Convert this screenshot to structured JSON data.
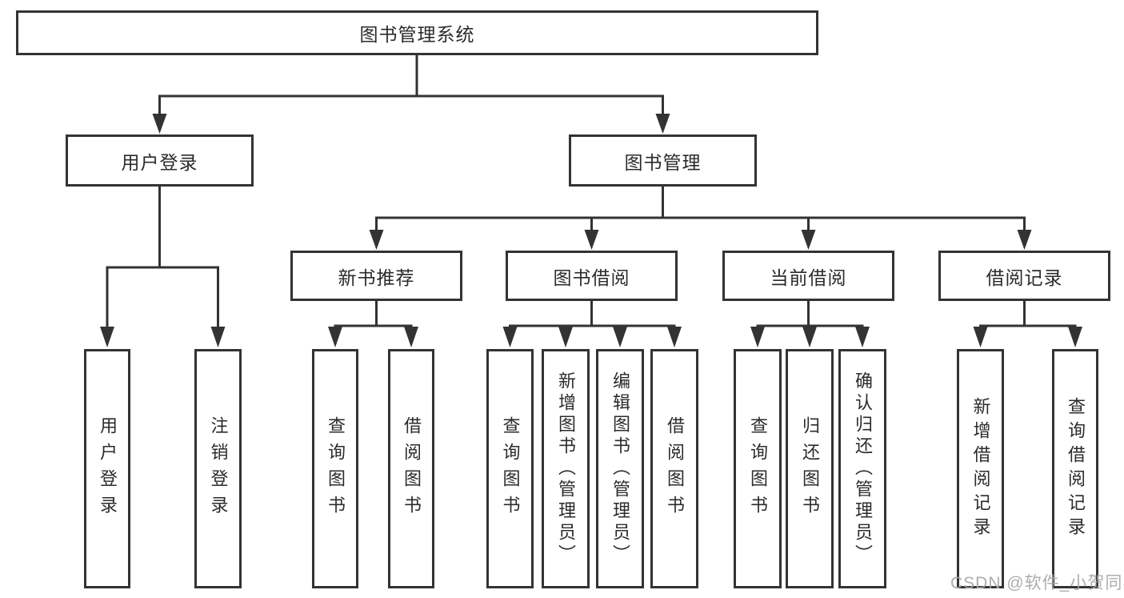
{
  "diagram": {
    "title": "图书管理系统",
    "branches": [
      {
        "label": "用户登录",
        "children": [
          {
            "label": "用户登录"
          },
          {
            "label": "注销登录"
          }
        ]
      },
      {
        "label": "图书管理",
        "children": [
          {
            "label": "新书推荐",
            "children": [
              {
                "label": "查询图书"
              },
              {
                "label": "借阅图书"
              }
            ]
          },
          {
            "label": "图书借阅",
            "children": [
              {
                "label": "查询图书"
              },
              {
                "label": "新增图书（管理员）"
              },
              {
                "label": "编辑图书（管理员）"
              },
              {
                "label": "借阅图书"
              }
            ]
          },
          {
            "label": "当前借阅",
            "children": [
              {
                "label": "查询图书"
              },
              {
                "label": "归还图书"
              },
              {
                "label": "确认归还（管理员）"
              }
            ]
          },
          {
            "label": "借阅记录",
            "children": [
              {
                "label": "新增借阅记录"
              },
              {
                "label": "查询借阅记录"
              }
            ]
          }
        ]
      }
    ]
  },
  "watermark": {
    "text": "CSDN @软件_小贺同学"
  },
  "colors": {
    "line": "#333333",
    "box_border": "#333333",
    "text": "#2b2b2b",
    "watermark": "#a6a6a6",
    "background": "#ffffff"
  }
}
